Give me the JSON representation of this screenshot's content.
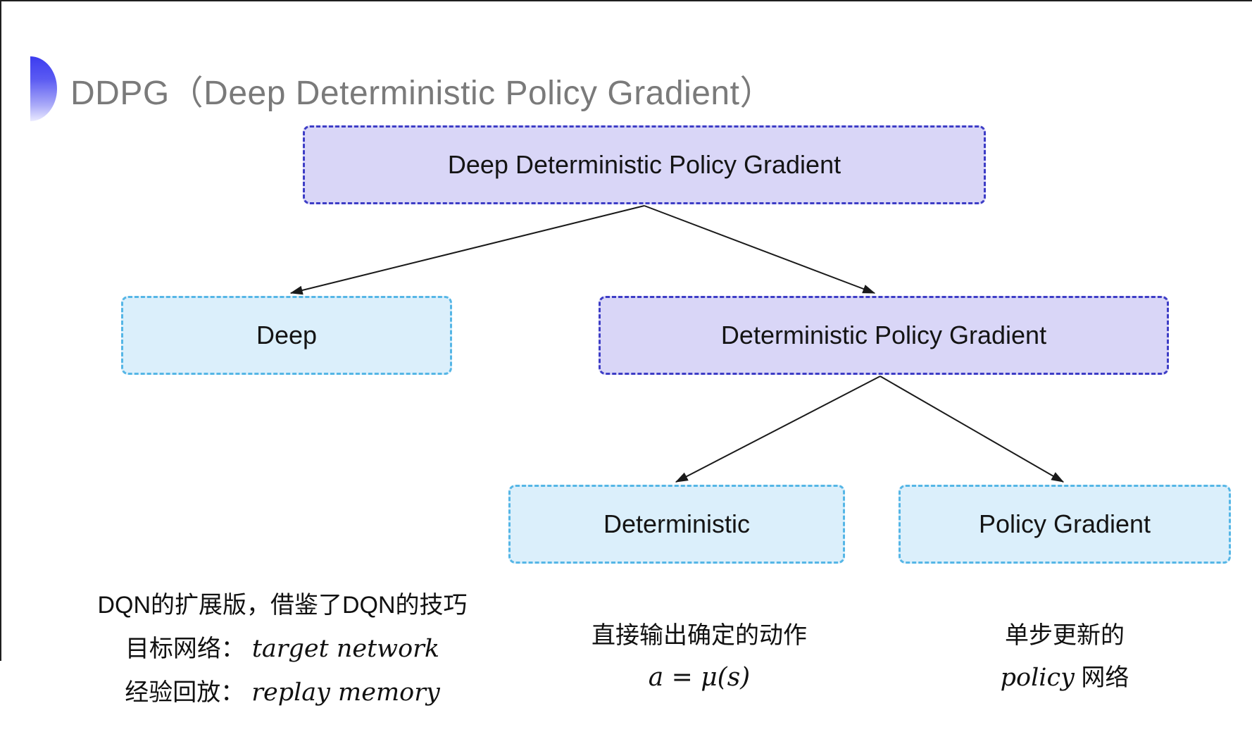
{
  "page": {
    "title": "DDPG（Deep Deterministic Policy Gradient）"
  },
  "diagram": {
    "nodes": [
      {
        "id": "ddpg",
        "label": "Deep Deterministic Policy Gradient",
        "variant": "purple"
      },
      {
        "id": "deep",
        "label": "Deep",
        "variant": "cyan"
      },
      {
        "id": "dpg",
        "label": "Deterministic Policy Gradient",
        "variant": "purple"
      },
      {
        "id": "deterministic",
        "label": "Deterministic",
        "variant": "cyan"
      },
      {
        "id": "policy-gradient",
        "label": "Policy Gradient",
        "variant": "cyan"
      }
    ],
    "edges": [
      {
        "from": "ddpg",
        "to": "deep"
      },
      {
        "from": "ddpg",
        "to": "dpg"
      },
      {
        "from": "dpg",
        "to": "deterministic"
      },
      {
        "from": "dpg",
        "to": "policy-gradient"
      }
    ],
    "notes": {
      "deep": {
        "line1": "DQN的扩展版，借鉴了DQN的技巧",
        "line2_label": "目标网络：",
        "line2_value": "target network",
        "line3_label": "经验回放：",
        "line3_value": "replay memory"
      },
      "deterministic": {
        "line1": "直接输出确定的动作",
        "formula": "a = μ(s)"
      },
      "policy_gradient": {
        "line1": "单步更新的",
        "line2_italic": "policy",
        "line2_rest": " 网络"
      }
    },
    "colors": {
      "purple_fill": "#d9d6f7",
      "purple_border": "#3d3dc6",
      "cyan_fill": "#dbeffb",
      "cyan_border": "#55b6e6",
      "title_gray": "#7a7a7a",
      "arrow_black": "#1a1a1a",
      "icon_blue": "#3c3cf0"
    }
  }
}
